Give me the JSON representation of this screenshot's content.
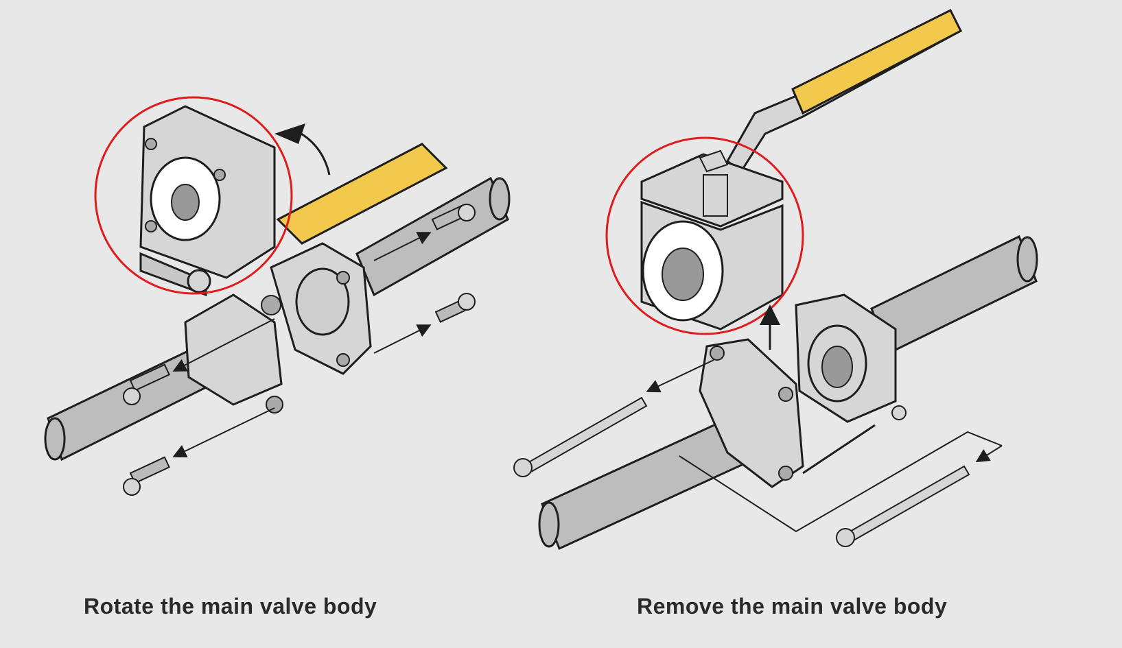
{
  "colors": {
    "background": "#e8e8e8",
    "part_fill": "#d6d6d6",
    "pipe_fill": "#bdbdbd",
    "outline": "#1e1e1e",
    "handle": "#f2c94c",
    "highlight_circle": "#e01b1b",
    "seat": "#ffffff",
    "caption": "#2a2a2a"
  },
  "panels": [
    {
      "id": "left",
      "caption": "Rotate the main valve body",
      "highlight": "rotated valve body",
      "arrow": "curved rotation arrow"
    },
    {
      "id": "right",
      "caption": "Remove the main valve body",
      "highlight": "valve body with handle",
      "arrow": "upward removal arrow"
    }
  ]
}
